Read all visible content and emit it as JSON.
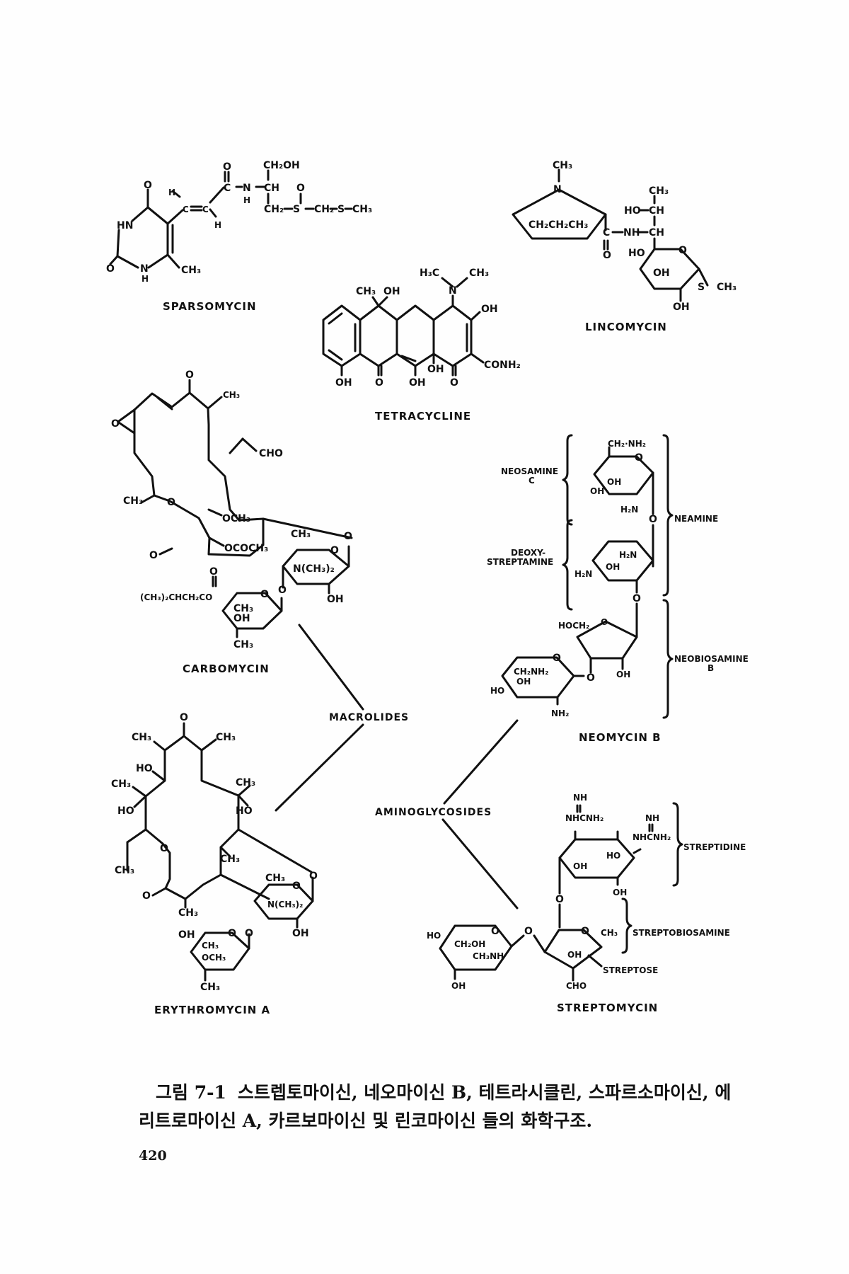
{
  "figure": {
    "compounds": {
      "sparsomycin": {
        "name": "SPARSOMYCIN",
        "groups": [
          "O",
          "H",
          "C",
          "C",
          "H",
          "O",
          "C",
          "N",
          "H",
          "CH₂OH",
          "CH",
          "CH₂",
          "S",
          "O",
          "CH₂",
          "S",
          "CH₃",
          "HN",
          "O",
          "N",
          "H",
          "CH₃"
        ]
      },
      "lincomycin": {
        "name": "LINCOMYCIN",
        "groups": [
          "CH₃",
          "N",
          "CH₂CH₂CH₃",
          "C",
          "O",
          "NH",
          "CH",
          "CH",
          "HO",
          "CH₃",
          "HO",
          "O",
          "OH",
          "S",
          "CH₃",
          "OH"
        ]
      },
      "tetracycline": {
        "name": "TETRACYCLINE",
        "groups": [
          "H₃C",
          "CH₃",
          "N",
          "CH₃",
          "OH",
          "OH",
          "CONH₂",
          "OH",
          "O",
          "OH",
          "OH",
          "O"
        ]
      },
      "carbomycin": {
        "name": "CARBOMYCIN",
        "groups": [
          "O",
          "CH₃",
          "O",
          "CHO",
          "CH₃",
          "O",
          "OCH₃",
          "O",
          "OCOCH₃",
          "CH₃",
          "O",
          "O",
          "N(CH₃)₂",
          "OH",
          "O",
          "(CH₃)₂CHCH₂CO",
          "O",
          "O",
          "CH₃",
          "OH",
          "CH₃"
        ]
      },
      "neomycin_b": {
        "name": "NEOMYCIN B",
        "groups": [
          "CH₂·NH₂",
          "O",
          "OH",
          "OH",
          "H₂N",
          "O",
          "H₂N",
          "OH",
          "H₂N",
          "O",
          "HOCH₂",
          "O",
          "OH",
          "O",
          "O",
          "CH₂NH₂",
          "OH",
          "HO",
          "NH₂"
        ],
        "brackets": {
          "neosamine": "NEOSAMINE",
          "neosamine_sub": "C",
          "deoxystreptamine_1": "DEOXY-",
          "deoxystreptamine_2": "STREPTAMINE",
          "neamine": "NEAMINE",
          "neobiosamine": "NEOBIOSAMINE",
          "neobiosamine_sub": "B"
        }
      },
      "erythromycin_a": {
        "name": "ERYTHROMYCIN A",
        "groups": [
          "O",
          "CH₃",
          "CH₃",
          "HO",
          "CH₃",
          "CH₃",
          "HO",
          "HO",
          "O",
          "CH₃",
          "CH₃",
          "O",
          "CH₃",
          "CH₃",
          "O",
          "O",
          "N(CH₃)₂",
          "OH",
          "OH",
          "O",
          "O",
          "CH₃",
          "OCH₃",
          "CH₃"
        ]
      },
      "streptomycin": {
        "name": "STREPTOMYCIN",
        "groups": [
          "NH",
          "NHCNH₂",
          "NH",
          "NHCNH₂",
          "HO",
          "OH",
          "OH",
          "O",
          "HO",
          "O",
          "CH₂OH",
          "CH₃NH",
          "OH",
          "O",
          "O",
          "CH₃",
          "OH",
          "CHO"
        ],
        "brackets": {
          "streptidine": "STREPTIDINE",
          "streptobiosamine": "STREPTOBIOSAMINE",
          "streptose": "STREPTOSE"
        }
      }
    },
    "classes": {
      "macrolides": "MACROLIDES",
      "aminoglycosides": "AMINOGLYCOSIDES"
    }
  },
  "caption": {
    "figure_number": "그림 7-1",
    "text": "스트렙토마이신, 네오마이신 B, 테트라시클린, 스파르소마이신, 에리트로마이신 A, 카르보마이신 및 린코마이신 들의 화학구조."
  },
  "page_number": "420"
}
